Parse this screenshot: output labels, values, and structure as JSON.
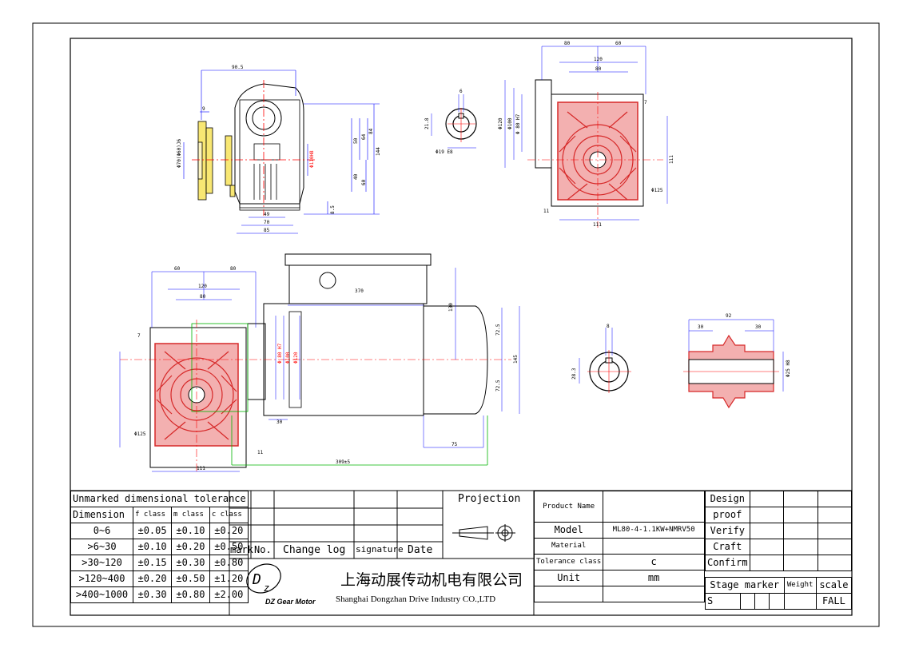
{
  "colors": {
    "line": "#000000",
    "gearbox": "#d62828",
    "dimension": "#00b400",
    "flange": "#e6b800",
    "center": "#ff0000"
  },
  "views": {
    "side_view": {
      "dims": [
        "90.5",
        "9",
        "Φ70(Φ60)J6",
        "50",
        "64",
        "84",
        "144",
        "40",
        "60",
        "8.5",
        "49",
        "70",
        "85",
        "Φ110H8"
      ]
    },
    "key_top": {
      "dims": [
        "6",
        "21.8",
        "Φ19 E8"
      ]
    },
    "front_view": {
      "dims": [
        "80",
        "60",
        "120",
        "80",
        "7",
        "Φ120",
        "Φ100",
        "Φ 80 H7",
        "111",
        "Φ125",
        "11",
        "111"
      ]
    },
    "assembly_view": {
      "dims": [
        "60",
        "80",
        "120",
        "80",
        "7",
        "Φ125",
        "111",
        "11",
        "30",
        "370",
        "130",
        "Φ 80 H7",
        "Φ100",
        "Φ120",
        "72.5",
        "72.5",
        "145",
        "75",
        "309±5"
      ]
    },
    "key_bottom": {
      "dims": [
        "8",
        "28.3"
      ]
    },
    "hollow_shaft": {
      "dims": [
        "92",
        "30",
        "30",
        "Φ25 H8"
      ]
    }
  },
  "tolerance_table": {
    "title": "Unmarked dimensional tolerance",
    "headers": [
      "Dimension",
      "f class",
      "m class",
      "c class"
    ],
    "rows": [
      [
        "0~6",
        "±0.05",
        "±0.10",
        "±0.20"
      ],
      [
        ">6~30",
        "±0.10",
        "±0.20",
        "±0.50"
      ],
      [
        ">30~120",
        "±0.15",
        "±0.30",
        "±0.80"
      ],
      [
        ">120~400",
        "±0.20",
        "±0.50",
        "±1.20"
      ],
      [
        ">400~1000",
        "±0.30",
        "±0.80",
        "±2.00"
      ]
    ]
  },
  "change_log": {
    "mark": "mark",
    "no": "No.",
    "change_log": "Change log",
    "signature": "signature",
    "date": "Date"
  },
  "company": {
    "logo_text": "DZ Gear Motor",
    "name_cn": "上海动展传动机电有限公司",
    "name_en": "Shanghai Dongzhan Drive Industry CO.,LTD"
  },
  "projection_label": "Projection",
  "product_info": {
    "product_name_label": "Product Name",
    "product_name": "",
    "model_label": "Model",
    "model": "ML80-4-1.1KW+NMRV50",
    "material_label": "Material",
    "material": "",
    "tolerance_label": "Tolerance class",
    "tolerance": "c",
    "unit_label": "Unit",
    "unit": "mm"
  },
  "signoff": {
    "design": "Design",
    "proof": "proof",
    "verify": "Verify",
    "craft": "Craft",
    "confirm": "Confirm",
    "stage_marker": "Stage marker",
    "weight": "Weight",
    "scale": "scale",
    "stage_value": "S",
    "scale_value": "FALL"
  }
}
